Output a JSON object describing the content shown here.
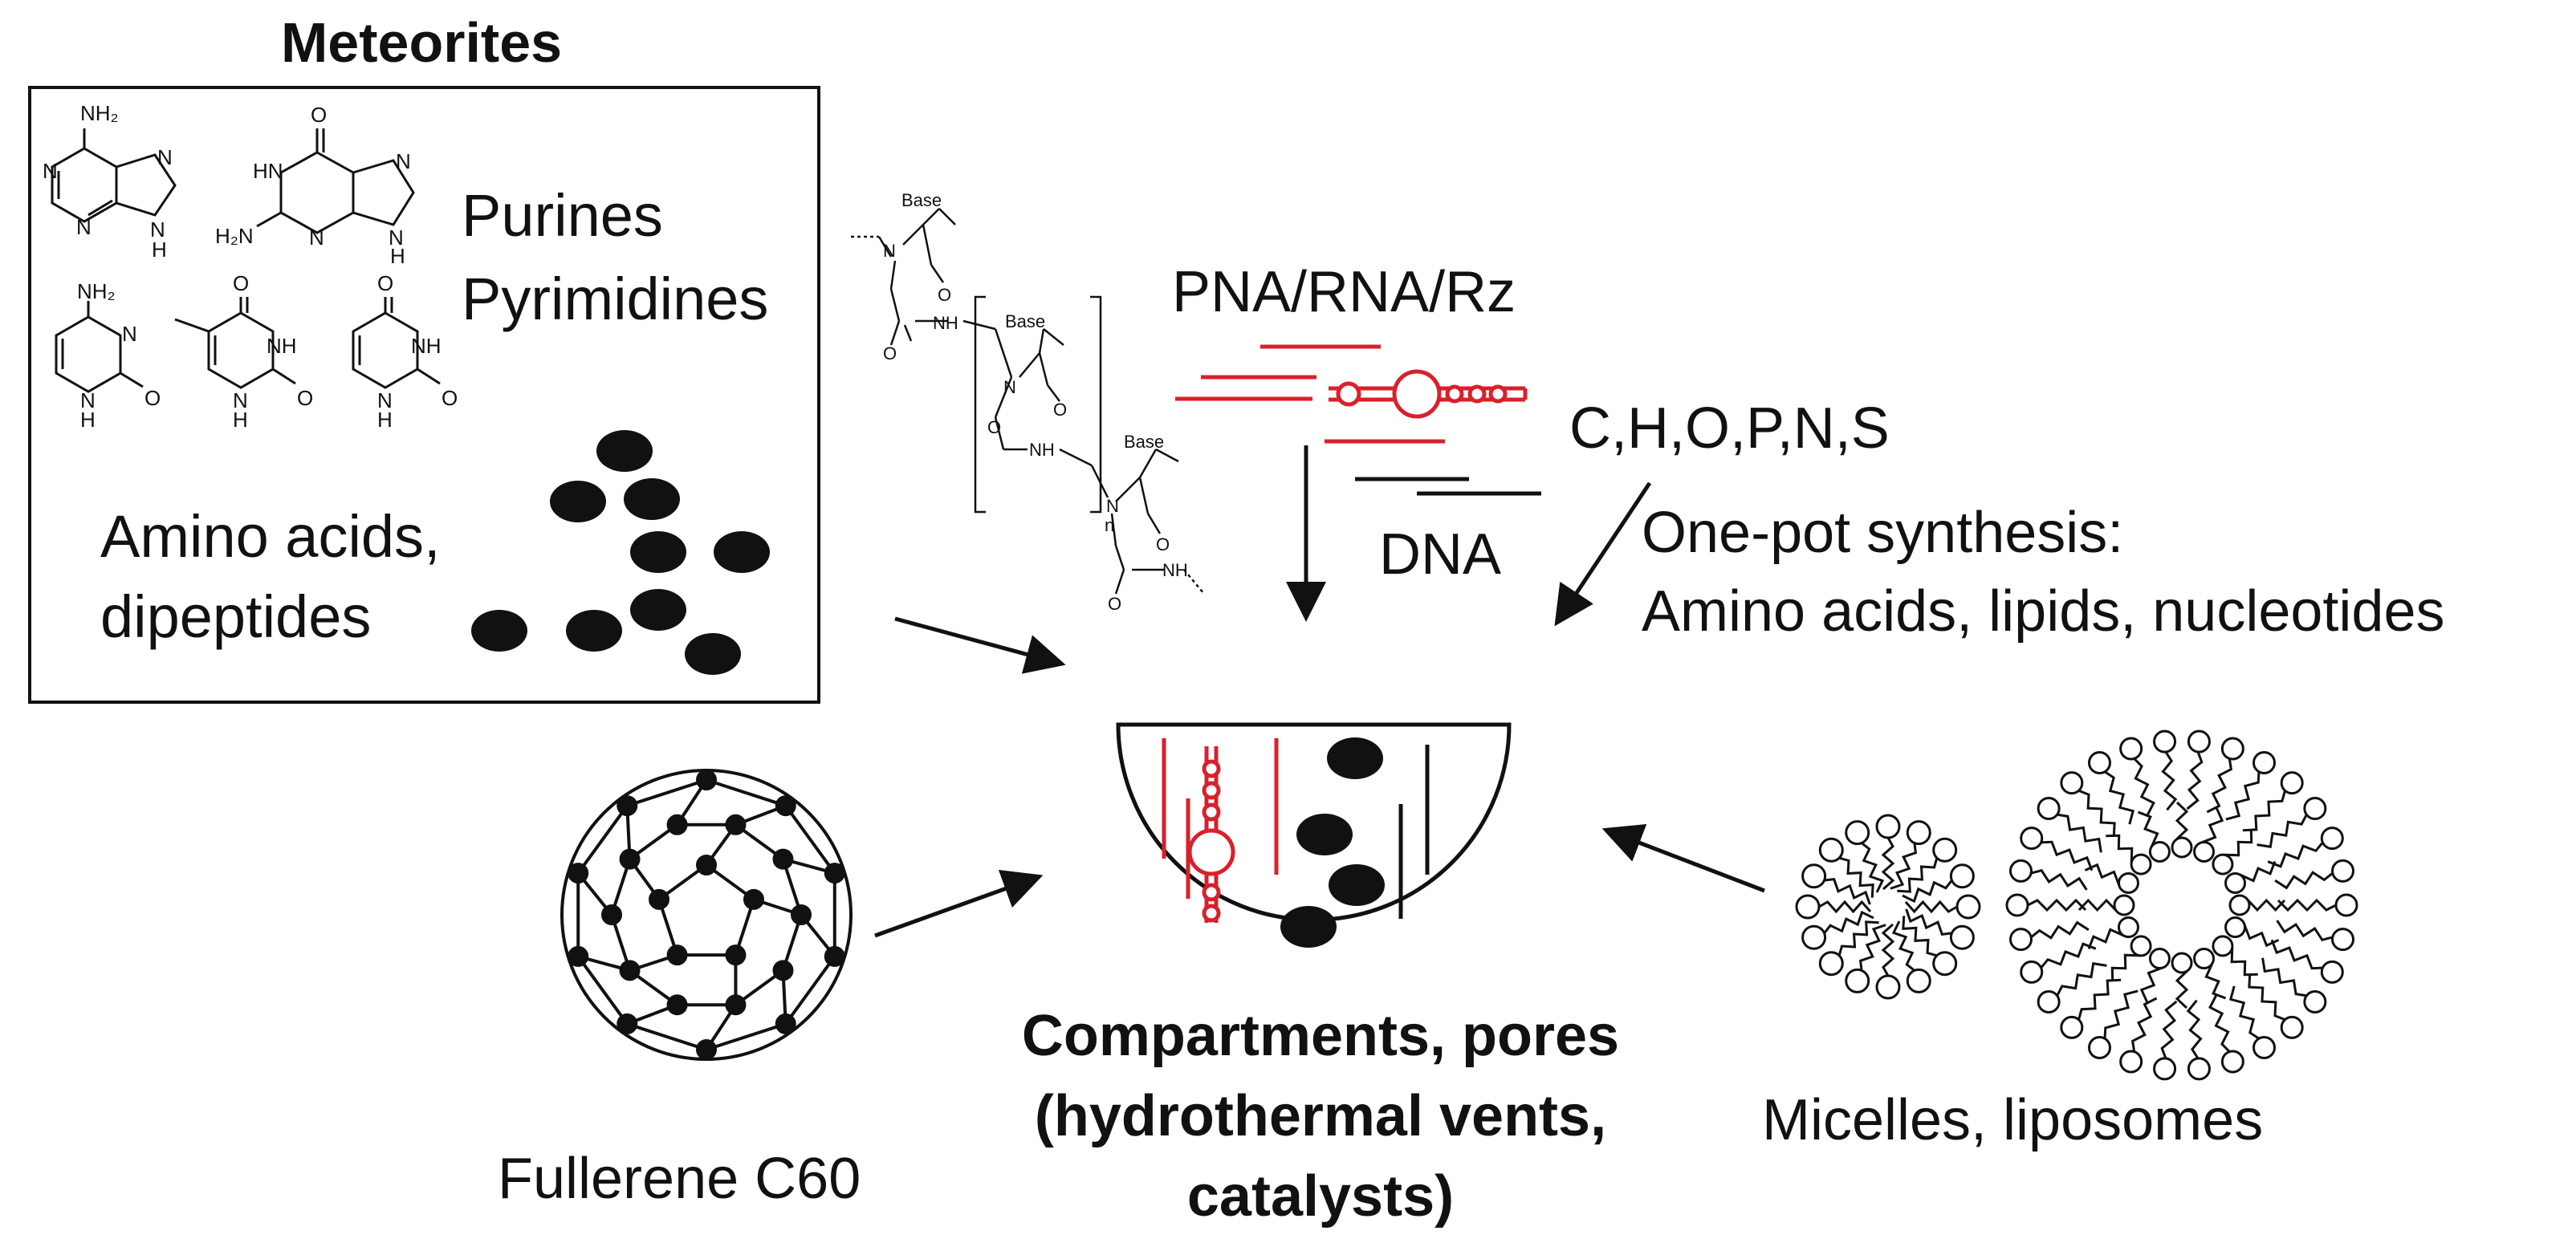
{
  "meteorites": {
    "title": "Meteorites",
    "purines_label": "Purines",
    "pyrimidines_label": "Pyrimidines",
    "amino_label_line1": "Amino acids,",
    "amino_label_line2": "dipeptides"
  },
  "atoms": {
    "nh2": "NH₂",
    "h2n": "H₂N",
    "n": "N",
    "h": "H",
    "hn": "HN",
    "nh": "NH",
    "o": "O",
    "base": "Base",
    "n_sub": "n"
  },
  "nucleic": {
    "pna_label": "PNA/RNA/Rz",
    "dna_label": "DNA"
  },
  "elements": {
    "label": "C,H,O,P,N,S",
    "synthesis_line1": "One-pot synthesis:",
    "synthesis_line2": "Amino acids, lipids, nucleotides"
  },
  "compartments": {
    "line1": "Compartments, pores",
    "line2": "(hydrothermal vents,",
    "line3": "catalysts)"
  },
  "fullerene": {
    "label": "Fullerene C60"
  },
  "micelles": {
    "label": "Micelles, liposomes"
  },
  "colors": {
    "rna_red": "#d9202b",
    "ink": "#111111"
  }
}
